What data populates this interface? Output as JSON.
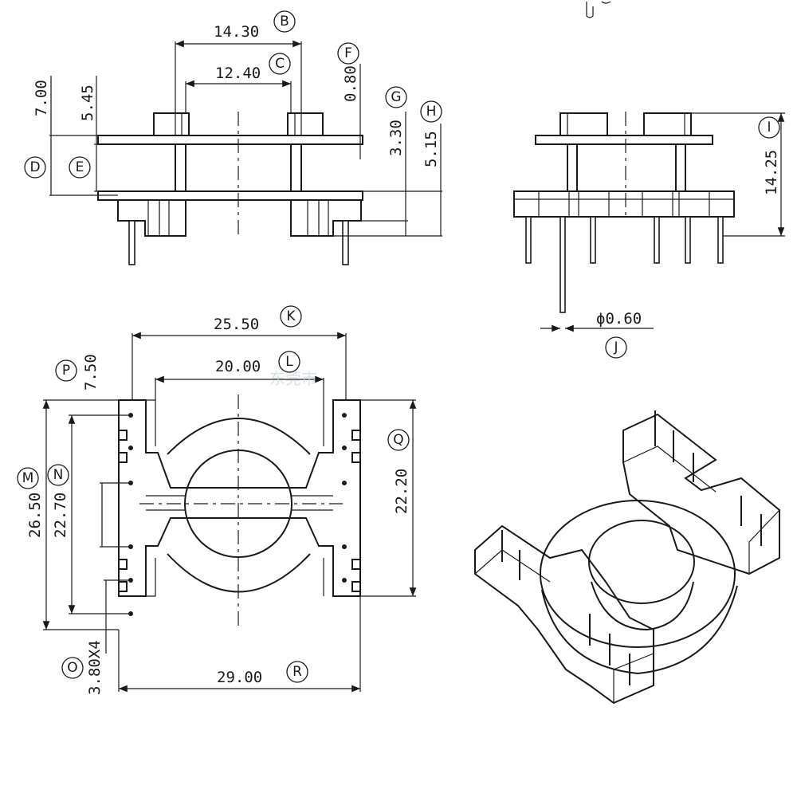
{
  "dimensions": {
    "b_width": "14.30",
    "c_width": "12.40",
    "f_offset": "0.80",
    "a_height": "7.00",
    "e_height": "5.45",
    "g_height": "3.30",
    "h_height": "5.15",
    "i_height": "14.25",
    "j_pin_dia": "ϕ0.60",
    "k_width": "25.50",
    "l_width": "20.00",
    "p_offset": "7.50",
    "m_height": "26.50",
    "n_height": "22.70",
    "q_height": "22.20",
    "o_pitch": "3.80X4",
    "r_width": "29.00"
  },
  "letters": [
    "B",
    "C",
    "F",
    "G",
    "H",
    "D",
    "E",
    "I",
    "J",
    "K",
    "L",
    "P",
    "Q",
    "M",
    "N",
    "O",
    "R"
  ],
  "watermark": "东莞市"
}
